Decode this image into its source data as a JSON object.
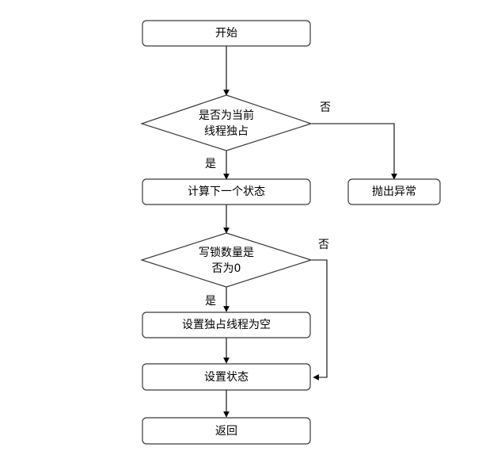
{
  "nodes": {
    "start": "开始",
    "check_owner_line1": "是否为当前",
    "check_owner_line2": "线程独占",
    "throw_exception": "抛出异常",
    "compute_state": "计算下一个状态",
    "check_write_line1": "写锁数量是",
    "check_write_line2": "否为0",
    "set_owner_null": "设置独占线程为空",
    "set_state": "设置状态",
    "return": "返回"
  },
  "edge_labels": {
    "owner_no": "否",
    "owner_yes": "是",
    "write_no": "否",
    "write_yes": "是"
  }
}
